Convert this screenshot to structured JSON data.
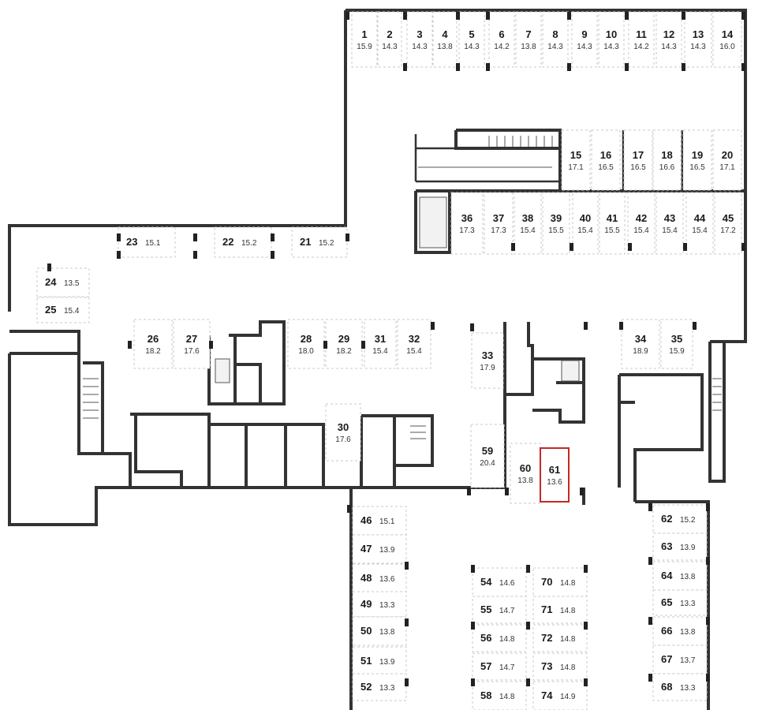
{
  "selected_space": "61",
  "spaces": [
    {
      "num": "1",
      "area": "15.9"
    },
    {
      "num": "2",
      "area": "14.3"
    },
    {
      "num": "3",
      "area": "14.3"
    },
    {
      "num": "4",
      "area": "13.8"
    },
    {
      "num": "5",
      "area": "14.3"
    },
    {
      "num": "6",
      "area": "14.2"
    },
    {
      "num": "7",
      "area": "13.8"
    },
    {
      "num": "8",
      "area": "14.3"
    },
    {
      "num": "9",
      "area": "14.3"
    },
    {
      "num": "10",
      "area": "14.3"
    },
    {
      "num": "11",
      "area": "14.2"
    },
    {
      "num": "12",
      "area": "14.3"
    },
    {
      "num": "13",
      "area": "14.3"
    },
    {
      "num": "14",
      "area": "16.0"
    },
    {
      "num": "15",
      "area": "17.1"
    },
    {
      "num": "16",
      "area": "16.5"
    },
    {
      "num": "17",
      "area": "16.5"
    },
    {
      "num": "18",
      "area": "16.6"
    },
    {
      "num": "19",
      "area": "16.5"
    },
    {
      "num": "20",
      "area": "17.1"
    },
    {
      "num": "21",
      "area": "15.2"
    },
    {
      "num": "22",
      "area": "15.2"
    },
    {
      "num": "23",
      "area": "15.1"
    },
    {
      "num": "24",
      "area": "13.5"
    },
    {
      "num": "25",
      "area": "15.4"
    },
    {
      "num": "26",
      "area": "18.2"
    },
    {
      "num": "27",
      "area": "17.6"
    },
    {
      "num": "28",
      "area": "18.0"
    },
    {
      "num": "29",
      "area": "18.2"
    },
    {
      "num": "30",
      "area": "17.6"
    },
    {
      "num": "31",
      "area": "15.4"
    },
    {
      "num": "32",
      "area": "15.4"
    },
    {
      "num": "33",
      "area": "17.9"
    },
    {
      "num": "34",
      "area": "18.9"
    },
    {
      "num": "35",
      "area": "15.9"
    },
    {
      "num": "36",
      "area": "17.3"
    },
    {
      "num": "37",
      "area": "17.3"
    },
    {
      "num": "38",
      "area": "15.4"
    },
    {
      "num": "39",
      "area": "15.5"
    },
    {
      "num": "40",
      "area": "15.4"
    },
    {
      "num": "41",
      "area": "15.5"
    },
    {
      "num": "42",
      "area": "15.4"
    },
    {
      "num": "43",
      "area": "15.4"
    },
    {
      "num": "44",
      "area": "15.4"
    },
    {
      "num": "45",
      "area": "17.2"
    },
    {
      "num": "46",
      "area": "15.1"
    },
    {
      "num": "47",
      "area": "13.9"
    },
    {
      "num": "48",
      "area": "13.6"
    },
    {
      "num": "49",
      "area": "13.3"
    },
    {
      "num": "50",
      "area": "13.8"
    },
    {
      "num": "51",
      "area": "13.9"
    },
    {
      "num": "52",
      "area": "13.3"
    },
    {
      "num": "54",
      "area": "14.6"
    },
    {
      "num": "55",
      "area": "14.7"
    },
    {
      "num": "56",
      "area": "14.8"
    },
    {
      "num": "57",
      "area": "14.7"
    },
    {
      "num": "58",
      "area": "14.8"
    },
    {
      "num": "59",
      "area": "20.4"
    },
    {
      "num": "60",
      "area": "13.8"
    },
    {
      "num": "61",
      "area": "13.6"
    },
    {
      "num": "62",
      "area": "15.2"
    },
    {
      "num": "63",
      "area": "13.9"
    },
    {
      "num": "64",
      "area": "13.8"
    },
    {
      "num": "65",
      "area": "13.3"
    },
    {
      "num": "66",
      "area": "13.8"
    },
    {
      "num": "67",
      "area": "13.7"
    },
    {
      "num": "68",
      "area": "13.3"
    },
    {
      "num": "70",
      "area": "14.8"
    },
    {
      "num": "71",
      "area": "14.8"
    },
    {
      "num": "72",
      "area": "14.8"
    },
    {
      "num": "73",
      "area": "14.8"
    },
    {
      "num": "74",
      "area": "14.9"
    }
  ],
  "colors": {
    "wall": "#333333",
    "slot_border": "#c8c8c8",
    "selected": "#c62828",
    "text": "#1a1a1a"
  }
}
